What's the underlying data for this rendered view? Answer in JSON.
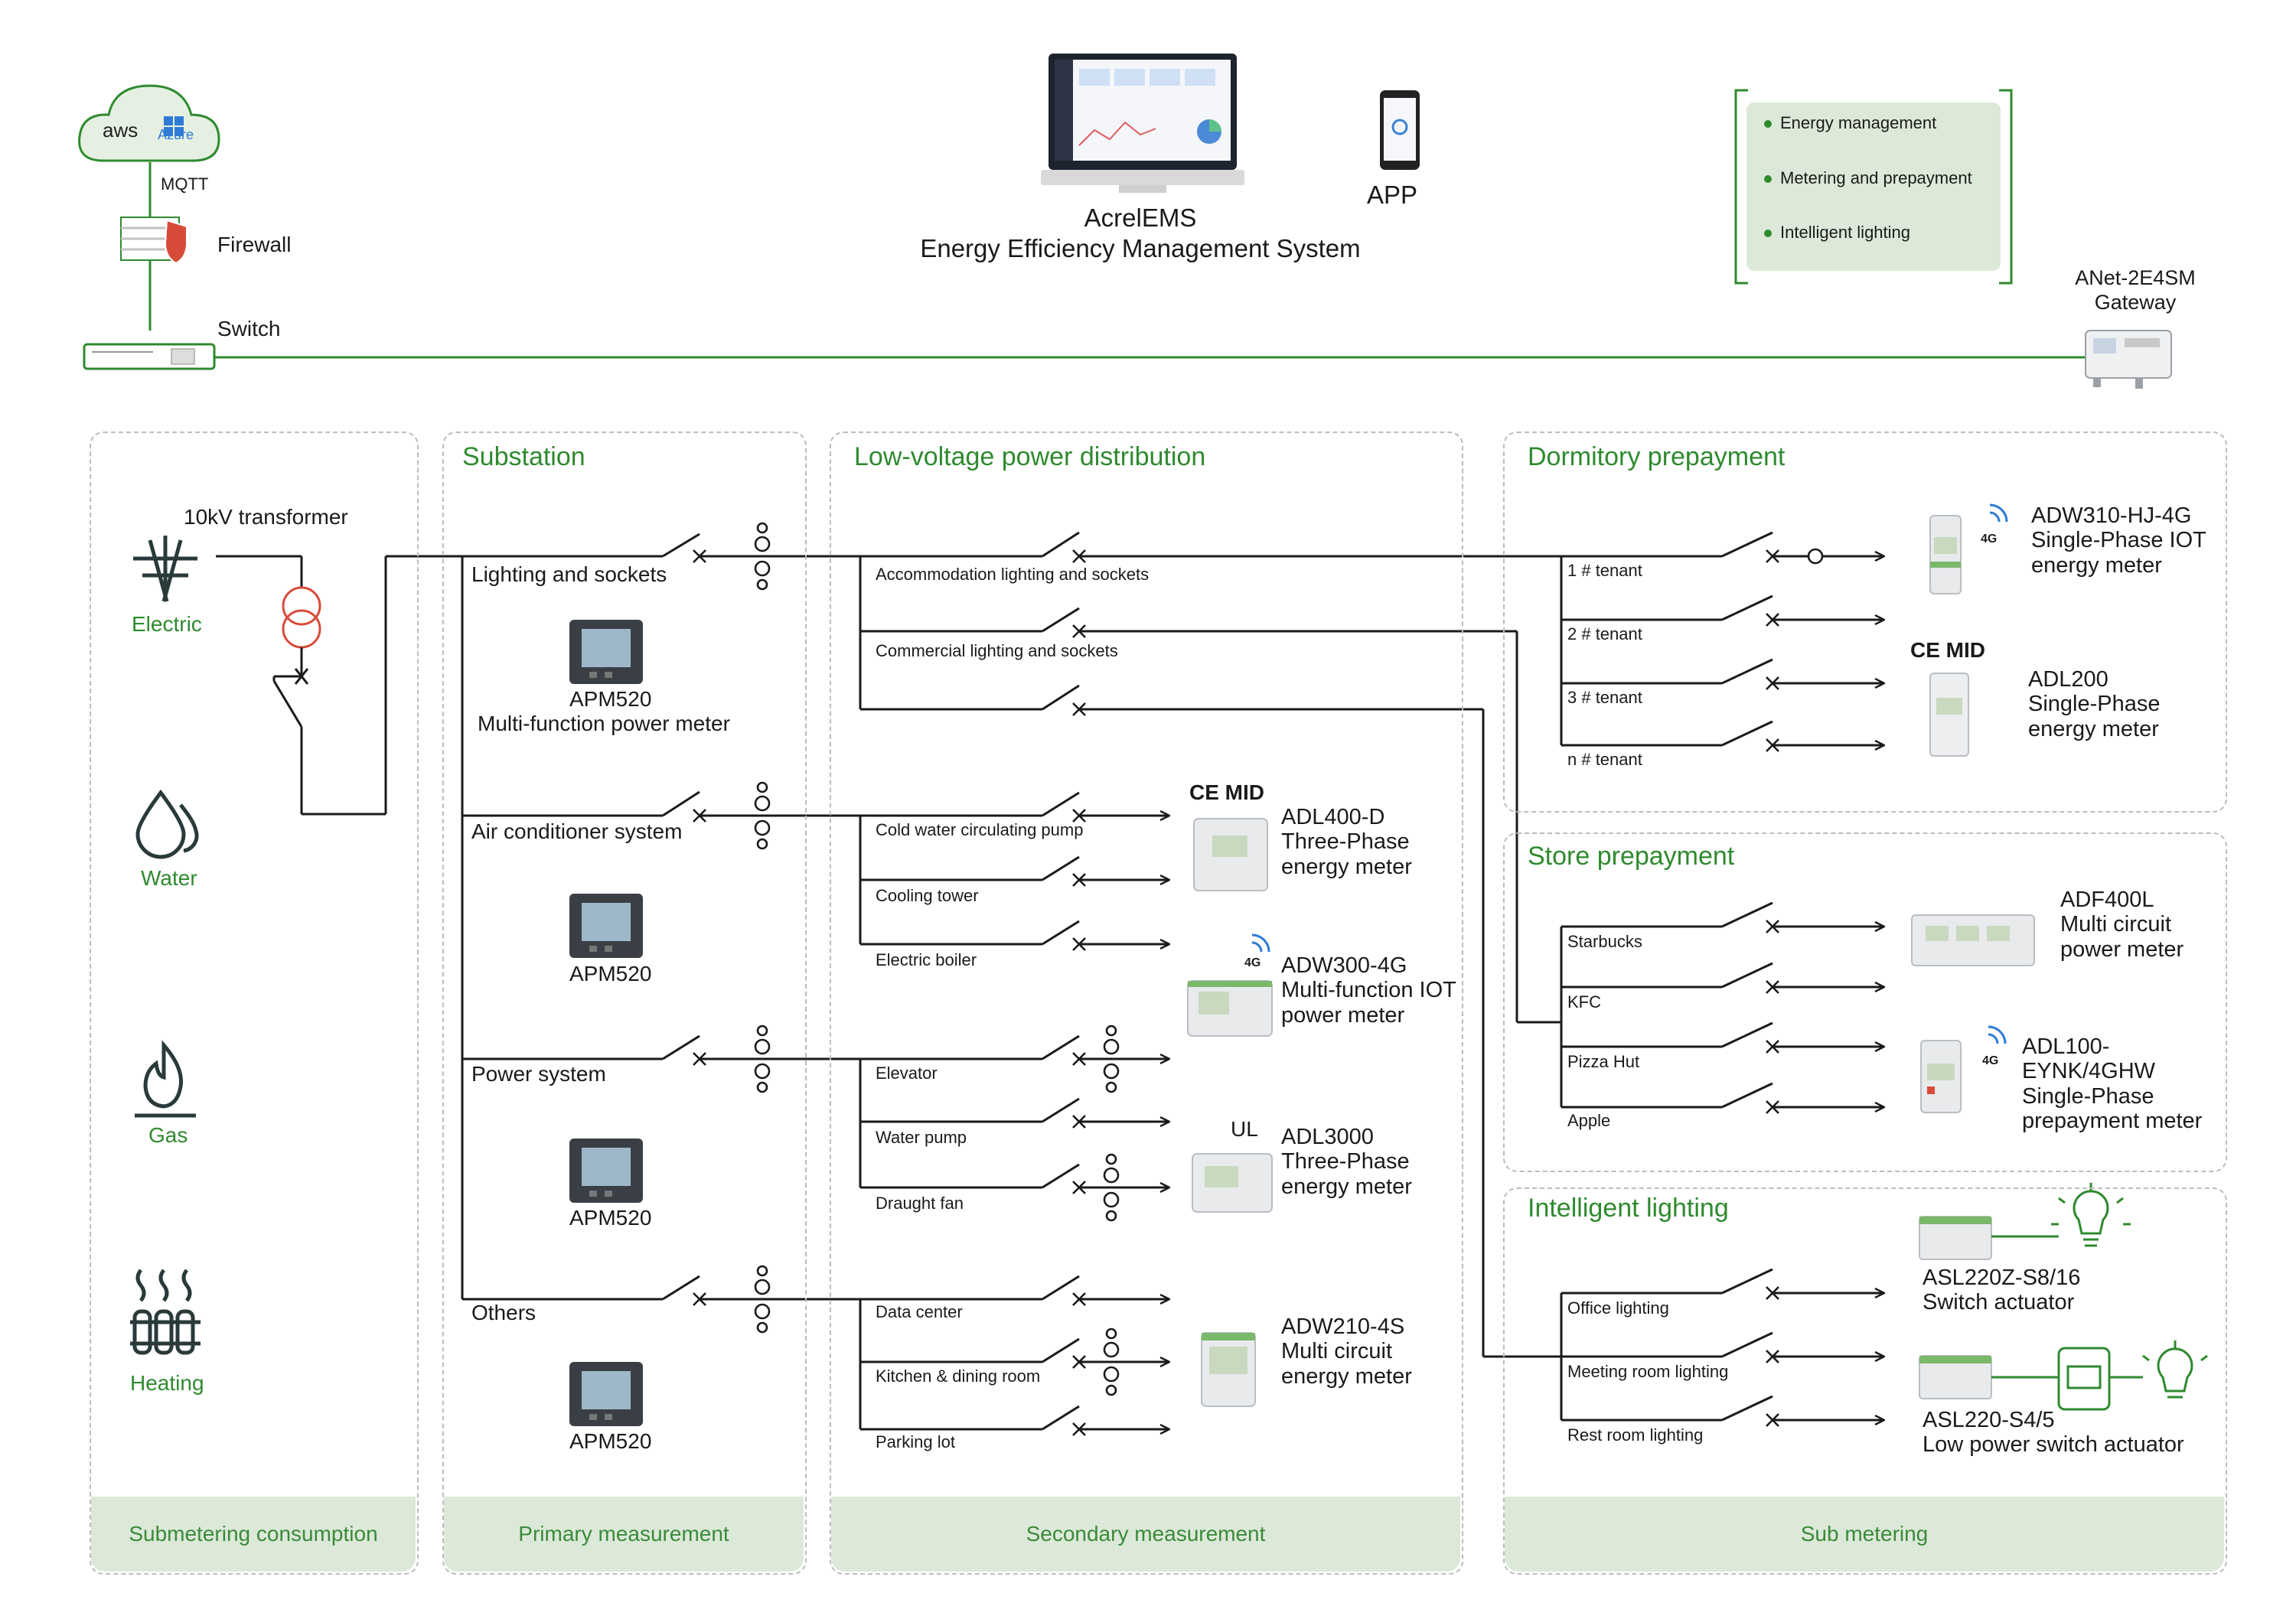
{
  "cloud": {
    "aws": "aws",
    "azure": "Azure"
  },
  "top": {
    "mqtt": "MQTT",
    "firewall": "Firewall",
    "switch": "Switch",
    "system_name": "AcrelEMS",
    "system_subtitle": "Energy Efficiency Management System",
    "app": "APP",
    "gateway_model": "ANet-2E4SM",
    "gateway_label": "Gateway",
    "features": [
      "Energy management",
      "Metering and prepayment",
      "Intelligent lighting"
    ]
  },
  "submetering": {
    "transformer": "10kV transformer",
    "sources": [
      "Electric",
      "Water",
      "Gas",
      "Heating"
    ],
    "footer": "Submetering consumption"
  },
  "substation": {
    "title": "Substation",
    "branches": [
      "Lighting and sockets",
      "Air conditioner system",
      "Power system",
      "Others"
    ],
    "meter_model": "APM520",
    "meter_desc": "Multi-function power meter",
    "footer": "Primary measurement"
  },
  "lowvoltage": {
    "title": "Low-voltage power distribution",
    "circuits": [
      "Accommodation lighting and sockets",
      "Commercial lighting and sockets",
      "Cold water circulating pump",
      "Cooling tower",
      "Electric boiler",
      "Elevator",
      "Water pump",
      "Draught fan",
      "Data center",
      "Kitchen & dining room",
      "Parking lot"
    ],
    "devices": [
      {
        "cert": "CE MID",
        "model": "ADL400-D",
        "desc": "Three-Phase energy meter"
      },
      {
        "cert": "4G",
        "model": "ADW300-4G",
        "desc": "Multi-function IOT power meter"
      },
      {
        "cert": "UL",
        "model": "ADL3000",
        "desc": "Three-Phase energy meter"
      },
      {
        "cert": "",
        "model": "ADW210-4S",
        "desc": "Multi circuit energy meter"
      }
    ],
    "footer": "Secondary measurement"
  },
  "dormitory": {
    "title": "Dormitory prepayment",
    "tenants": [
      "1 # tenant",
      "2 # tenant",
      "3 # tenant",
      "n # tenant"
    ],
    "devices": [
      {
        "cert": "4G",
        "model": "ADW310-HJ-4G",
        "desc": "Single-Phase IOT energy meter"
      },
      {
        "cert": "CE MID",
        "model": "ADL200",
        "desc": "Single-Phase energy meter"
      }
    ]
  },
  "store": {
    "title": "Store prepayment",
    "shops": [
      "Starbucks",
      "KFC",
      "Pizza Hut",
      "Apple"
    ],
    "devices": [
      {
        "cert": "",
        "model": "ADF400L",
        "desc": "Multi circuit power meter"
      },
      {
        "cert": "4G",
        "model": "ADL100-EYNK/4GHW",
        "desc": "Single-Phase prepayment meter"
      }
    ]
  },
  "lighting": {
    "title": "Intelligent lighting",
    "circuits": [
      "Office lighting",
      "Meeting room lighting",
      "Rest room lighting"
    ],
    "devices": [
      {
        "model": "ASL220Z-S8/16",
        "desc": "Switch actuator"
      },
      {
        "model": "ASL220-S4/5",
        "desc": "Low power switch actuator"
      }
    ]
  },
  "sub_footer": "Sub metering",
  "colors": {
    "accent": "#2f8a2f",
    "panel_fill": "#dce9d8",
    "line": "#1a1a1a",
    "bus": "#2f8a2f"
  }
}
